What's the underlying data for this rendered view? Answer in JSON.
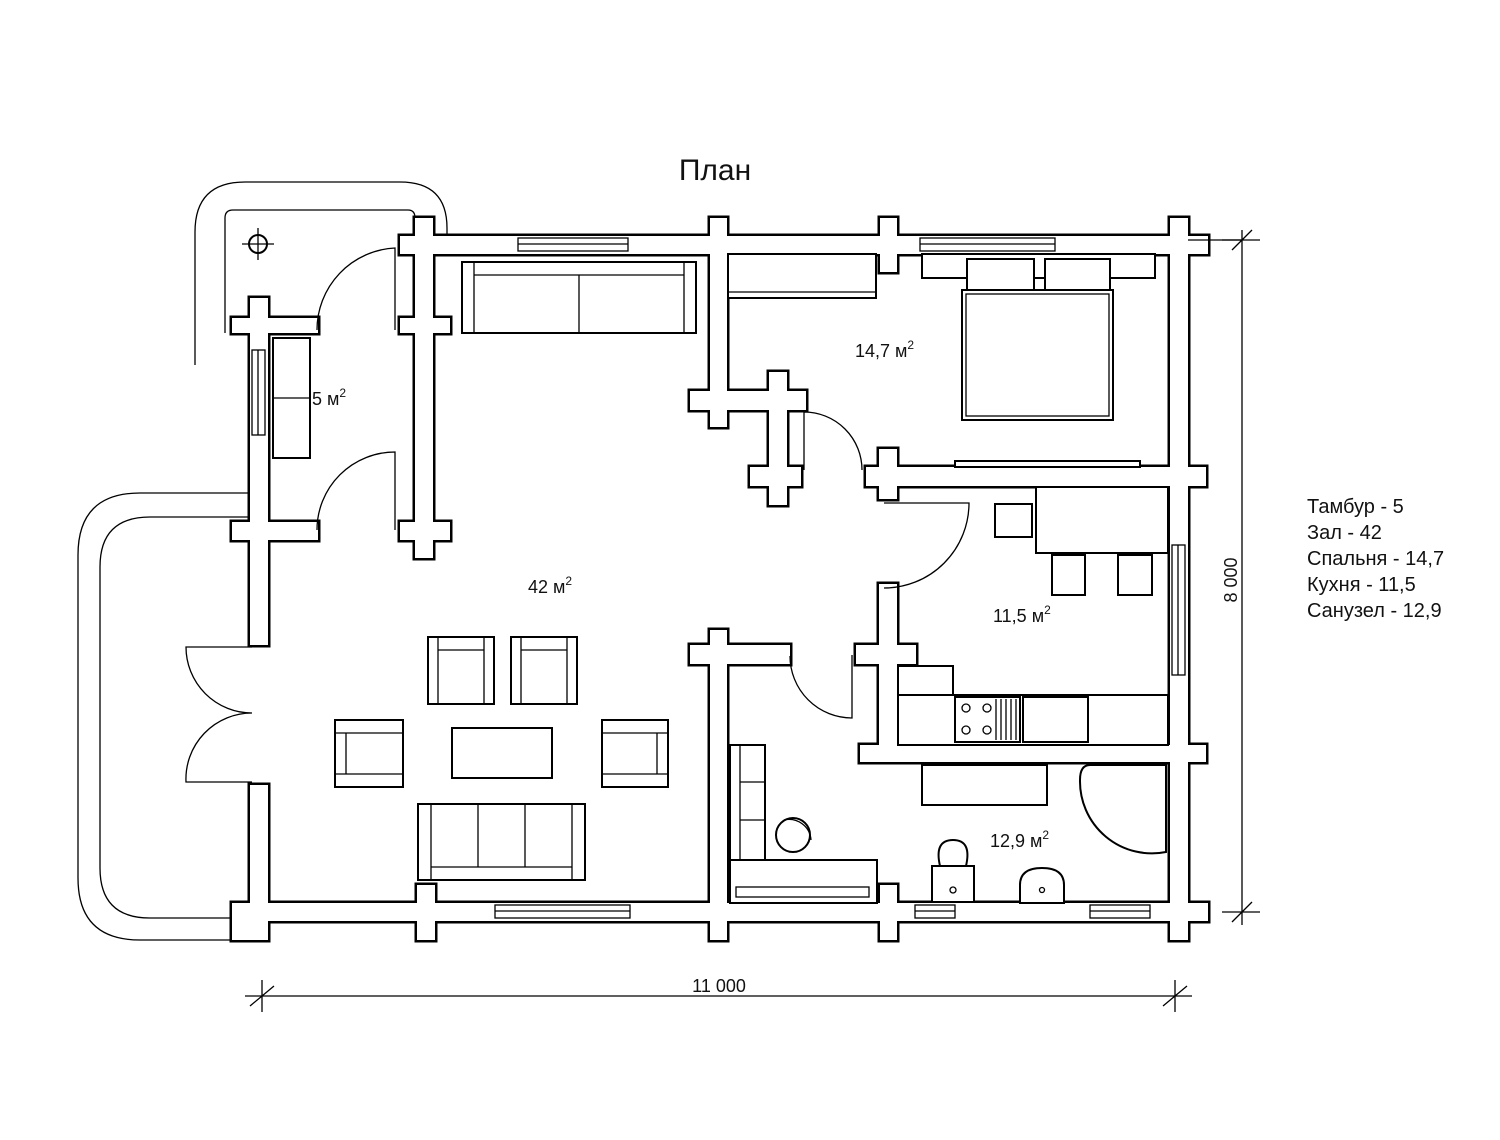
{
  "title": "План",
  "rooms": [
    {
      "name": "tambur",
      "area": "5 м",
      "unit_sup": "2"
    },
    {
      "name": "hall",
      "area": "42 м",
      "unit_sup": "2"
    },
    {
      "name": "bedroom",
      "area": "14,7 м",
      "unit_sup": "2"
    },
    {
      "name": "kitchen",
      "area": "11,5 м",
      "unit_sup": "2"
    },
    {
      "name": "bathroom",
      "area": "12,9 м",
      "unit_sup": "2"
    }
  ],
  "legend": [
    "Тамбур - 5",
    "Зал - 42",
    "Спальня - 14,7",
    "Кухня - 11,5",
    "Санузел - 12,9"
  ],
  "dimensions": {
    "width": "11 000",
    "height": "8 000"
  }
}
